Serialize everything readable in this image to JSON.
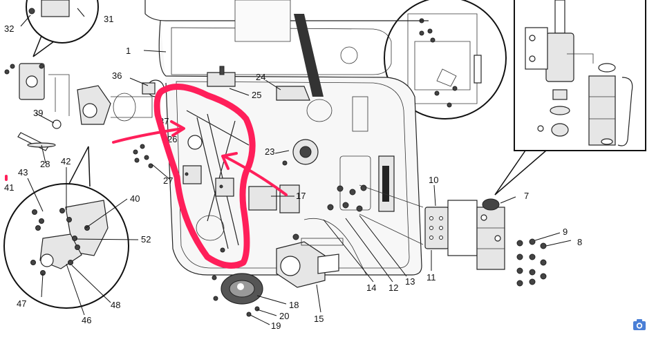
{
  "diagram": {
    "callouts": [
      "1",
      "7",
      "8",
      "9",
      "10",
      "11",
      "12",
      "13",
      "14",
      "15",
      "17",
      "18",
      "19",
      "20",
      "23",
      "24",
      "25",
      "26",
      "27",
      "28",
      "31",
      "32",
      "36",
      "37",
      "39",
      "40",
      "41",
      "42",
      "43",
      "46",
      "47",
      "48",
      "52"
    ]
  },
  "annotation": {
    "highlight_color": "#ff1f5a",
    "marks": [
      "loop-around-window-regulator",
      "arrow-left",
      "arrow-right",
      "dot-near-41"
    ]
  },
  "toolbar": {
    "camera_icon": "camera-icon",
    "camera_color": "#4a7fd6"
  }
}
